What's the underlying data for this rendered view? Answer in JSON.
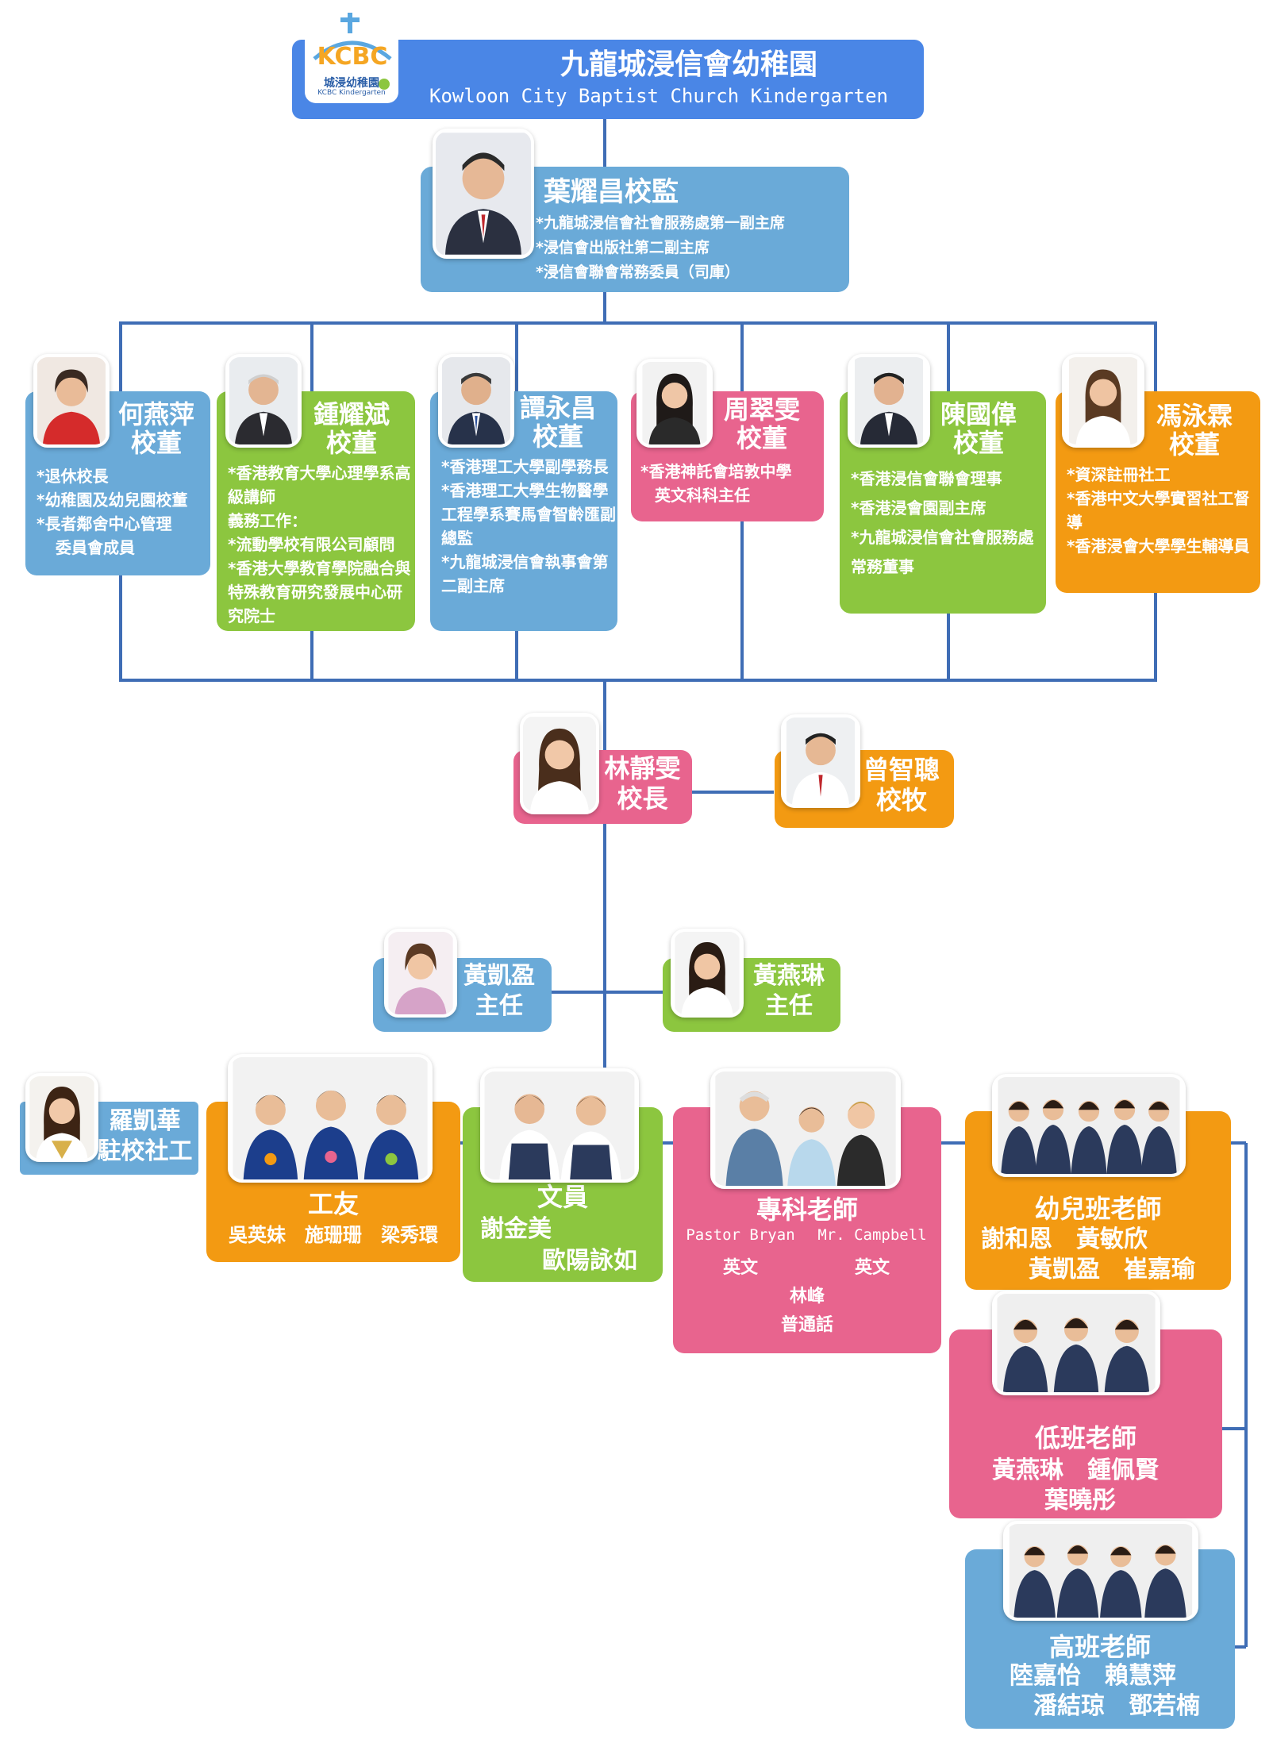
{
  "header": {
    "title_zh": "九龍城浸信會幼稚園",
    "title_en": "Kowloon City Baptist Church Kindergarten",
    "logo_letters": "KCBC",
    "logo_zh": "城浸幼稚園",
    "logo_en": "KCBC Kindergarten"
  },
  "supervisor": {
    "name": "葉耀昌校監",
    "roles": [
      "*九龍城浸信會社會服務處第一副主席",
      "*浸信會出版社第二副主席",
      "*浸信會聯會常務委員（司庫）"
    ]
  },
  "managers": [
    {
      "name": "何燕萍",
      "title": "校董",
      "roles": [
        "*退休校長",
        "*幼稚園及幼兒園校董",
        "*長者鄰舍中心管理",
        "委員會成員"
      ]
    },
    {
      "name": "鍾耀斌",
      "title": "校董",
      "roles": [
        "*香港教育大學心理學系高級講師",
        "義務工作：",
        "*流動學校有限公司顧問",
        "*香港大學教育學院融合與特殊教育研究發展中心研究院士"
      ]
    },
    {
      "name": "譚永昌",
      "title": "校董",
      "roles": [
        "*香港理工大學副學務長",
        "*香港理工大學生物醫學工程學系賽馬會智齡匯副總監",
        "*九龍城浸信會執事會第二副主席"
      ]
    },
    {
      "name": "周翠雯",
      "title": "校董",
      "roles": [
        "*香港神託會培敦中學",
        "英文科科主任"
      ]
    },
    {
      "name": "陳國偉",
      "title": "校董",
      "roles": [
        "*香港浸信會聯會理事",
        "*香港浸會園副主席",
        "*九龍城浸信會社會服務處常務董事"
      ]
    },
    {
      "name": "馮泳霖",
      "title": "校董",
      "roles": [
        "*資深註冊社工",
        "*香港中文大學實習社工督導",
        "*香港浸會大學學生輔導員"
      ]
    }
  ],
  "principal": {
    "name": "林靜雯",
    "title": "校長"
  },
  "pastor": {
    "name": "曾智聰",
    "title": "校牧"
  },
  "heads": [
    {
      "name": "黃凱盈",
      "title": "主任"
    },
    {
      "name": "黃燕琳",
      "title": "主任"
    }
  ],
  "social_worker": {
    "name": "羅凱華",
    "title": "駐校社工"
  },
  "janitors": {
    "title": "工友",
    "members": "吳英妹　施珊珊　梁秀環"
  },
  "clerks": {
    "title": "文員",
    "line1": "謝金美",
    "line2": "歐陽詠如"
  },
  "specialists": {
    "title": "專科老師",
    "t1_name": "Pastor Bryan",
    "t1_subject": "英文",
    "t2_name": "Mr. Campbell",
    "t2_subject": "英文",
    "t3_name": "林峰",
    "t3_subject": "普通話"
  },
  "nursery": {
    "title": "幼兒班老師",
    "line1": "謝和恩　黃敏欣",
    "line2": "黃凱盈　崔嘉瑜"
  },
  "lower": {
    "title": "低班老師",
    "line1": "黃燕琳　鍾佩賢",
    "line2": "葉曉彤"
  },
  "upper": {
    "title": "高班老師",
    "line1": "陸嘉怡　賴慧萍",
    "line2": "潘結琼　鄧若楠"
  },
  "colors": {
    "line": "#3f6db5",
    "blue": "#6aaad8",
    "green": "#8cc63f",
    "pink": "#e8648e",
    "orange": "#f39a12",
    "header": "#4a86e6"
  }
}
